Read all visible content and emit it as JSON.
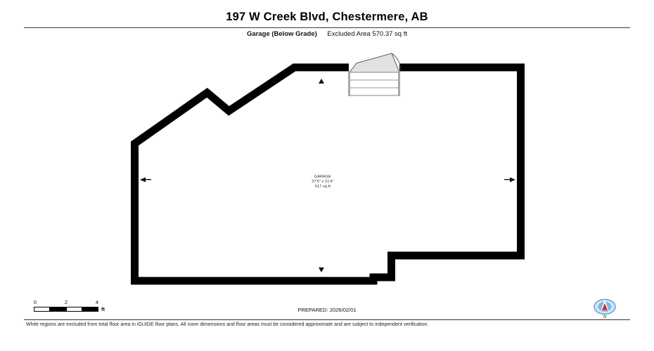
{
  "header": {
    "title": "197 W Creek Blvd, Chestermere, AB",
    "level_label": "Garage (Below Grade)",
    "excluded_area": "Excluded Area 570.37 sq ft"
  },
  "plan": {
    "rooms": [
      {
        "name": "GARAGE",
        "dimensions": "27'5\" x 21'4\"",
        "area": "517 sq ft"
      }
    ],
    "features": {
      "garage_door": "garage-door-swing",
      "dimension_arrows": [
        "up",
        "down",
        "left",
        "right"
      ]
    }
  },
  "scale": {
    "ticks": [
      "0",
      "2",
      "4"
    ],
    "unit": "ft"
  },
  "footer": {
    "prepared": "PREPARED: 2026/02/01",
    "disclaimer": "White regions are excluded from total floor area in iGUIDE floor plans. All room dimensions and floor areas must be considered approximate and are subject to independent verification."
  },
  "compass": {
    "label": "N",
    "ring_color": "#5b9bd5",
    "needle_color": "#cc2222"
  },
  "colors": {
    "wall": "#000000",
    "thin_wall": "#d9d9d9",
    "thin_wall_stroke": "#6f6f6f",
    "text": "#111111"
  }
}
